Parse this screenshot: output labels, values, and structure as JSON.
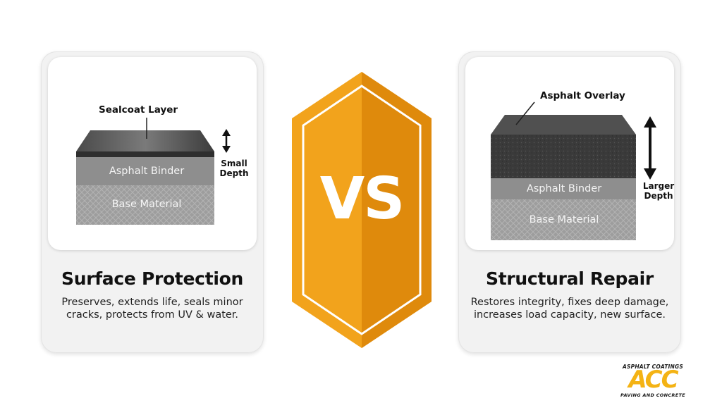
{
  "left_card": {
    "callout": "Sealcoat Layer",
    "layer_binder": "Asphalt Binder",
    "layer_base": "Base Material",
    "depth_label": [
      "Small",
      "Depth"
    ],
    "title": "Surface Protection",
    "description": "Preserves, extends life, seals minor cracks, protects from UV & water."
  },
  "right_card": {
    "callout": "Asphalt Overlay",
    "layer_binder": "Asphalt Binder",
    "layer_base": "Base Material",
    "depth_label": [
      "Larger",
      "Depth"
    ],
    "title": "Structural Repair",
    "description": "Restores integrity, fixes deep damage, increases load capacity, new surface."
  },
  "center": {
    "text": "VS",
    "colors": {
      "light": "#f2a31c",
      "dark": "#df8a0c"
    }
  },
  "logo": {
    "top": "ASPHALT COATINGS",
    "main": "ACC",
    "bottom": "PAVING AND CONCRETE",
    "color": "#f4b314"
  },
  "icons": {
    "depth_arrows": "double-arrow-vertical-icon"
  }
}
